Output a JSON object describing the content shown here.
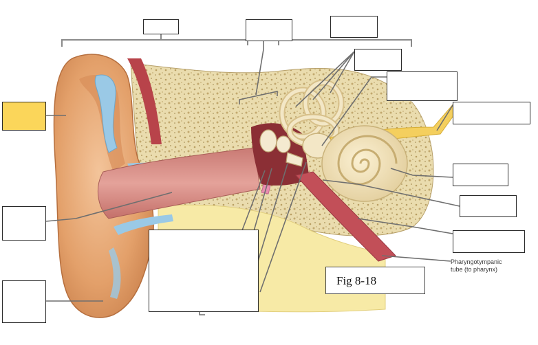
{
  "figure_label": "Fig 8-18",
  "caption": {
    "line1": "Pharyngotympanic",
    "line2": "tube (to pharynx)"
  },
  "colors": {
    "skin": "#e1a06a",
    "skin_light": "#f2c9a0",
    "bone": "#eadcae",
    "bone_dark": "#c9b47a",
    "cartilage": "#9ac9e6",
    "canal": "#d88a82",
    "cochlea": "#f1e2bd",
    "nerve": "#f4cf5e",
    "muscle": "#b8434a",
    "highlight_box": "#fbd65a"
  },
  "label_boxes": [
    {
      "id": "outer-ear-bracket-label"
    },
    {
      "id": "middle-ear-bracket-label"
    },
    {
      "id": "inner-ear-bracket-label"
    },
    {
      "id": "semicircular-canals-label"
    },
    {
      "id": "vestibule-label"
    },
    {
      "id": "vestibulocochlear-nerve-label"
    },
    {
      "id": "auricle-label",
      "highlighted": true
    },
    {
      "id": "cochlea-label"
    },
    {
      "id": "oval-window-label"
    },
    {
      "id": "round-window-label"
    },
    {
      "id": "external-acoustic-meatus-label"
    },
    {
      "id": "ossicles-label"
    },
    {
      "id": "lobule-label"
    }
  ]
}
